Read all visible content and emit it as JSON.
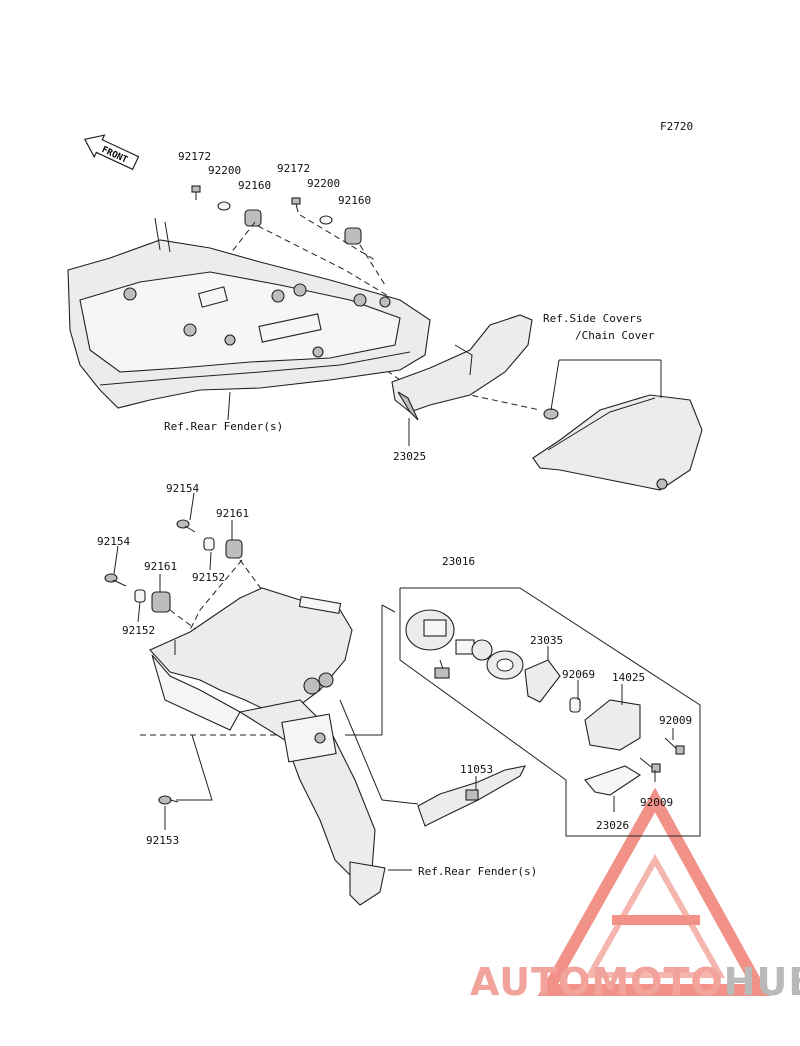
{
  "figure_code": "F2720",
  "front_arrow": "FRONT",
  "labels": {
    "p92172_a": "92172",
    "p92200_a": "92200",
    "p92160_a": "92160",
    "p92172_b": "92172",
    "p92200_b": "92200",
    "p92160_b": "92160",
    "ref_side_covers_1": "Ref.Side Covers",
    "ref_side_covers_2": "/Chain Cover",
    "ref_rear_fender_top": "Ref.Rear Fender(s)",
    "p23025": "23025",
    "p92154_a": "92154",
    "p92161_a": "92161",
    "p92154_b": "92154",
    "p92161_b": "92161",
    "p92152_a": "92152",
    "p92152_b": "92152",
    "p23016": "23016",
    "p23035": "23035",
    "p92069": "92069",
    "p14025": "14025",
    "p92009_a": "92009",
    "p92009_b": "92009",
    "p11053": "11053",
    "p23026": "23026",
    "p92153": "92153",
    "ref_rear_fender_bottom": "Ref.Rear Fender(s)"
  },
  "watermark": {
    "part1": "AUTOMOTO",
    "part2": "HUB",
    "color_primary": "#f2a39b",
    "color_secondary": "#b9b9b9",
    "color_logo": "#ef7e73"
  }
}
